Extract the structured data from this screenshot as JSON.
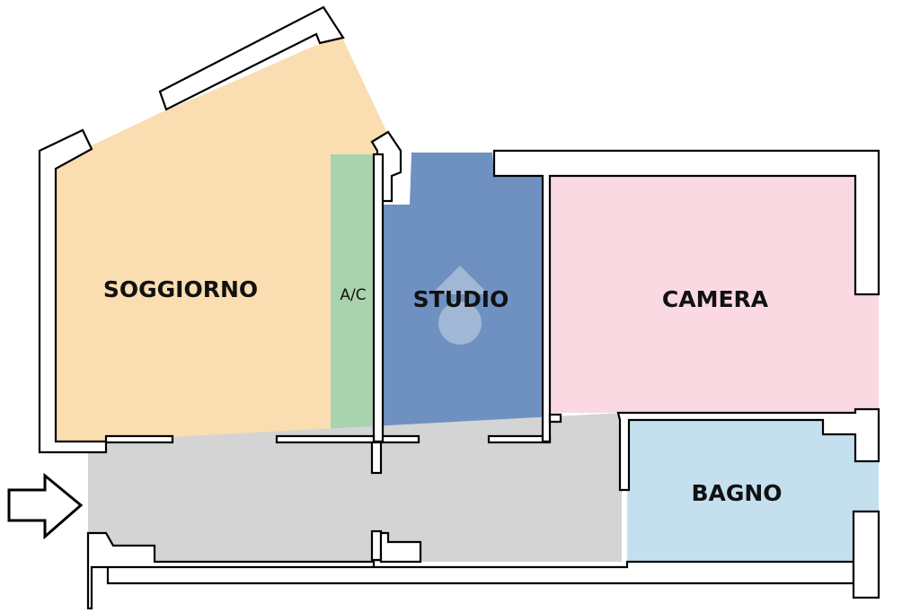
{
  "rooms": {
    "soggiorno": {
      "label": "SOGGIORNO",
      "color": "#FADDB0"
    },
    "ac": {
      "label": "A/C",
      "color": "#A9D3AE"
    },
    "studio": {
      "label": "STUDIO",
      "color": "#6E91C1"
    },
    "camera": {
      "label": "CAMERA",
      "color": "#FAD9E3"
    },
    "bagno": {
      "label": "BAGNO",
      "color": "#C4E0EE"
    },
    "corridor": {
      "label": "",
      "color": "#D4D4D4"
    }
  },
  "walls_color": "#000000",
  "entrance_arrow": "right-arrow-icon",
  "watermark": "house-watermark-icon"
}
